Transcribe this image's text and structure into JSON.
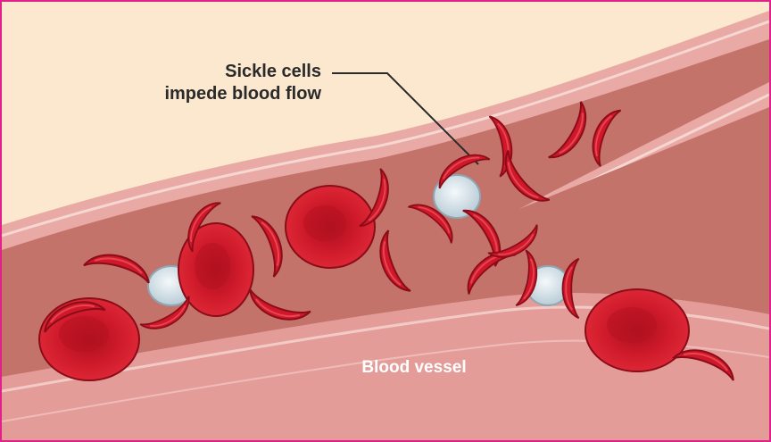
{
  "callout": {
    "line1": "Sickle cells",
    "line2": "impede blood flow"
  },
  "vessel_label": "Blood vessel",
  "colors": {
    "frame": "#e0218a",
    "background": "#fbe8cf",
    "vessel_wall": "#e6a5a2",
    "vessel_lumen": "#c9786f",
    "red_cell": "#d0182a",
    "white_cell": "#dfe9ef"
  }
}
